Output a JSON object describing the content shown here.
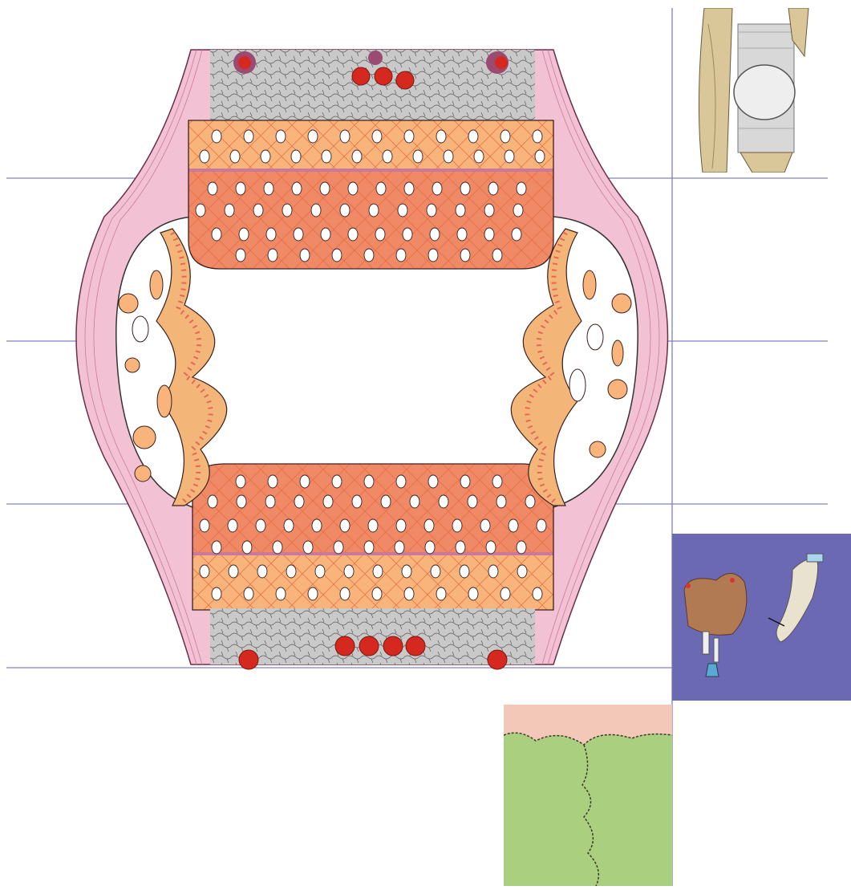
{
  "figure": {
    "description_visible_text": "",
    "colors": {
      "capsule": "#f2c2d4",
      "capsule_line": "#c9799a",
      "cartilage_deep": "#f08a66",
      "cartilage_superficial": "#f8b47a",
      "bone": "#c8c8c8",
      "marrow_red": "#d5281f",
      "marrow_purple": "#9b4a72",
      "synovium": "#f4b678",
      "guide_line": "#8080c0",
      "inset_purple": "#6b68b4",
      "suture_green": "#a9cf7f",
      "suture_pink": "#f3c8b8"
    },
    "insets": [
      {
        "id": "knee-joint-photo",
        "icon": "knee-anatomy-illustration"
      },
      {
        "id": "joint-comparison",
        "icon": "bone-joint-illustrations"
      },
      {
        "id": "suture-closeup",
        "icon": "skull-suture-closeup"
      }
    ]
  }
}
